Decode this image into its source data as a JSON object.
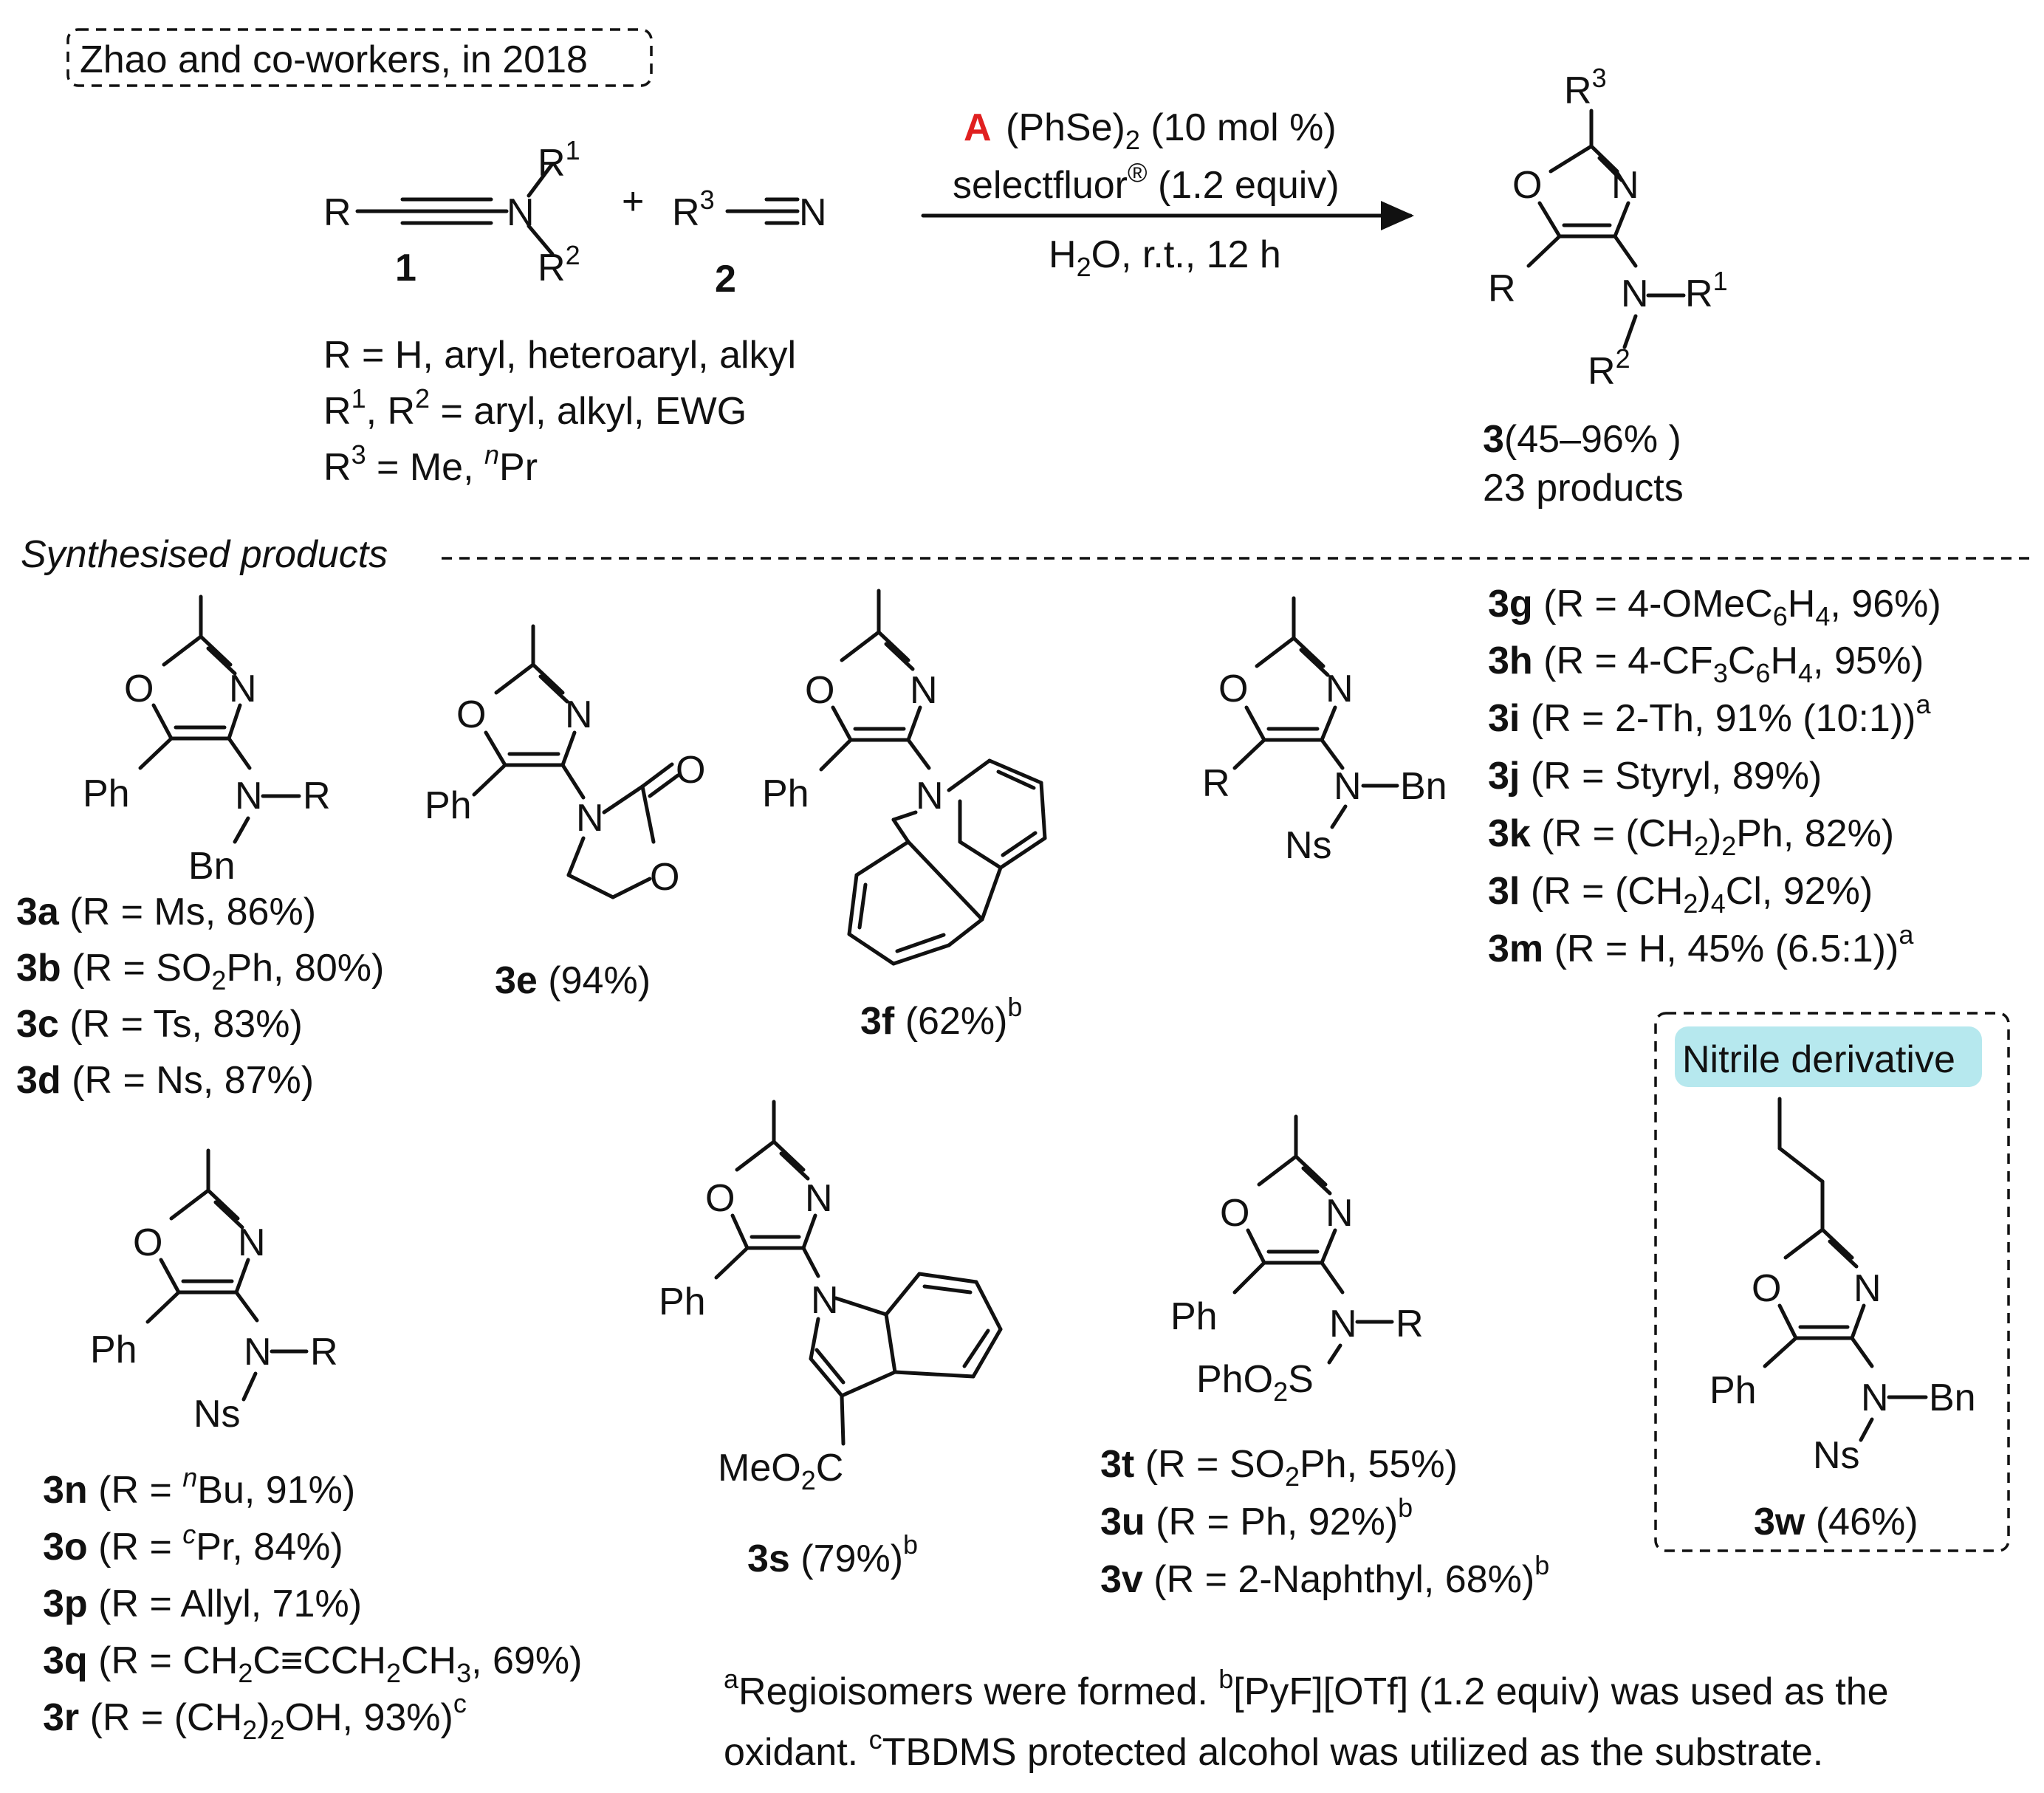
{
  "header": {
    "box_label": "Zhao and co-workers, in 2018"
  },
  "colors": {
    "catalyst_label": "#e02020",
    "highlight": "#b6e8ee",
    "ink": "#111111"
  },
  "reaction": {
    "reactant1_label": "1",
    "reactant2_label": "2",
    "plus": "+",
    "catalyst_letter": "A",
    "conditions": {
      "line1": "(PhSe)2 (10 mol %)",
      "line2": "selectfluor® (1.2 equiv)",
      "line3": "H2O, r.t., 12 h"
    },
    "substituents": [
      "R = H, aryl, heteroaryl, alkyl",
      "R1, R2 = aryl, alkyl, EWG",
      "R3 = Me, nPr"
    ],
    "product_label": "3",
    "yield_range": "(45–96% )",
    "product_count": "23 products"
  },
  "section_title": "Synthesised products",
  "compounds": {
    "3a_3d": [
      {
        "id": "3a",
        "text": "(R = Ms, 86%)"
      },
      {
        "id": "3b",
        "text": "(R = SO2Ph, 80%)"
      },
      {
        "id": "3c",
        "text": "(R = Ts,  83%)"
      },
      {
        "id": "3d",
        "text": "(R = Ns, 87%)"
      }
    ],
    "3e": {
      "id": "3e",
      "text": "(94%)"
    },
    "3f": {
      "id": "3f",
      "text": "(62%)",
      "note": "b"
    },
    "3g_3m": [
      {
        "id": "3g",
        "text": "(R = 4-OMeC6H4, 96%)"
      },
      {
        "id": "3h",
        "text": "(R = 4-CF3C6H4, 95%)"
      },
      {
        "id": "3i",
        "text": "(R = 2-Th, 91% (10:1))",
        "note": "a"
      },
      {
        "id": "3j",
        "text": "(R = Styryl, 89%)"
      },
      {
        "id": "3k",
        "text": "(R = (CH2)2Ph, 82%)"
      },
      {
        "id": "3l",
        "text": "(R = (CH2)4Cl, 92%)"
      },
      {
        "id": "3m",
        "text": "(R = H, 45% (6.5:1))",
        "note": "a"
      }
    ],
    "3n_3r": [
      {
        "id": "3n",
        "text": "(R = nBu, 91%)"
      },
      {
        "id": "3o",
        "text": "(R = cPr, 84%)"
      },
      {
        "id": "3p",
        "text": "(R = Allyl, 71%)"
      },
      {
        "id": "3q",
        "text": "(R = CH2C≡CCH2CH3, 69%)"
      },
      {
        "id": "3r",
        "text": "(R = (CH2)2OH, 93%)",
        "note": "c"
      }
    ],
    "3s": {
      "id": "3s",
      "text": "(79%)",
      "note": "b"
    },
    "3t_3v": [
      {
        "id": "3t",
        "text": "(R = SO2Ph, 55%)"
      },
      {
        "id": "3u",
        "text": "(R = Ph, 92%)",
        "note": "b"
      },
      {
        "id": "3v",
        "text": "(R = 2-Naphthyl, 68%)",
        "note": "b"
      }
    ],
    "3w": {
      "id": "3w",
      "text": "(46%)",
      "box_title": "Nitrile derivative"
    }
  },
  "atoms": {
    "O": "O",
    "N": "N",
    "R": "R",
    "Ph": "Ph",
    "Bn": "Bn",
    "Ns": "Ns",
    "ester": "MeO2C",
    "sulfonyl": "PhO2S",
    "R1": "R1",
    "R2": "R2",
    "R3": "R3"
  },
  "footnotes": {
    "a": "Regioisomers were formed.",
    "b": "[PyF][OTf] (1.2 equiv) was used as the oxidant.",
    "c": "TBDMS protected alcohol was utilized as the substrate."
  }
}
